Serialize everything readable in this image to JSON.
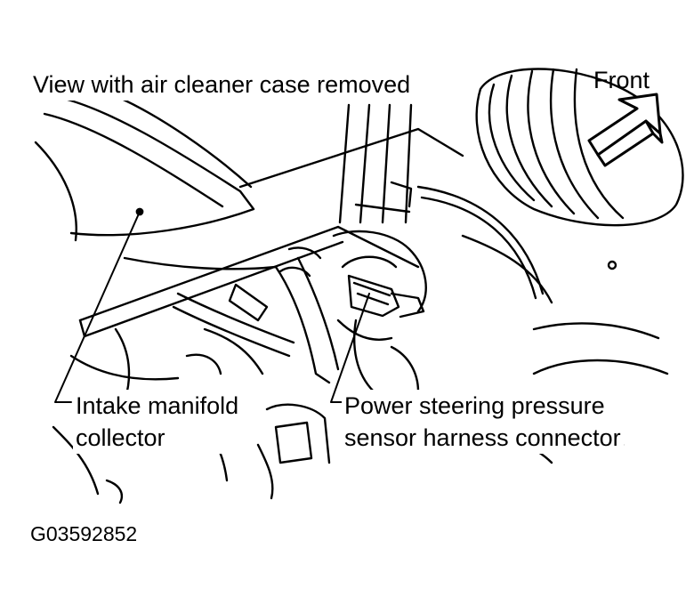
{
  "diagram": {
    "title": "View with air cleaner case removed",
    "direction_label": "Front",
    "callouts": [
      {
        "line1": "Intake manifold",
        "line2": "collector"
      },
      {
        "line1": "Power steering pressure",
        "line2": "sensor harness connector"
      }
    ],
    "figure_code": "G03592852",
    "colors": {
      "ink": "#000000",
      "paper": "#ffffff"
    },
    "icons": [
      "front-arrow-icon"
    ]
  }
}
